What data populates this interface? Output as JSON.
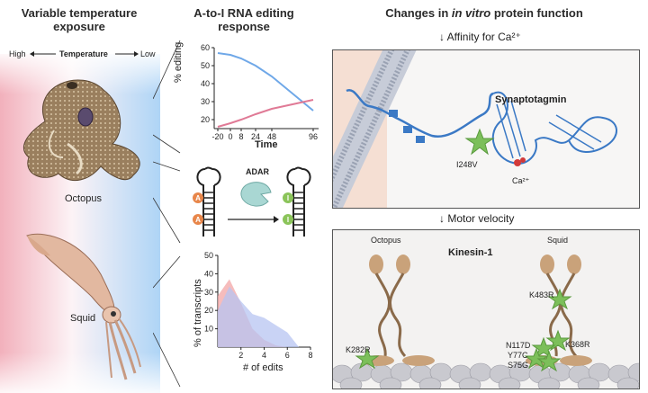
{
  "headers": {
    "col1": "Variable temperature exposure",
    "col2": "A-to-I RNA editing response",
    "col3_pre": "Changes in ",
    "col3_italic": "in vitro",
    "col3_post": " protein function"
  },
  "temperature": {
    "high": "High",
    "label": "Temperature",
    "low": "Low"
  },
  "animals": {
    "octopus": "Octopus",
    "squid": "Squid"
  },
  "editing_chart": {
    "ylabel": "% editing",
    "xlabel": "Time",
    "yticks": [
      "60",
      "50",
      "40",
      "30",
      "20"
    ],
    "xticks": [
      "-20",
      "0",
      "8",
      "24",
      "48",
      "96"
    ],
    "chart_data": {
      "type": "line",
      "x": [
        -20,
        0,
        8,
        24,
        48,
        96
      ],
      "ylim": [
        15,
        60
      ],
      "series": [
        {
          "color": "#6fa8e8",
          "values": [
            57,
            56,
            54,
            50,
            44,
            25
          ]
        },
        {
          "color": "#e07a96",
          "values": [
            16,
            18,
            20,
            23,
            26,
            31
          ]
        }
      ]
    }
  },
  "adar": {
    "label": "ADAR",
    "a_letter": "A",
    "i_letter": "I"
  },
  "transcripts_chart": {
    "ylabel": "% of transcripts",
    "xlabel": "# of edits",
    "yticks": [
      "50",
      "40",
      "30",
      "20",
      "10"
    ],
    "xticks": [
      "2",
      "4",
      "6",
      "8"
    ],
    "chart_data": {
      "type": "area",
      "x": [
        0,
        1,
        2,
        3,
        4,
        5,
        6,
        7
      ],
      "ylim": [
        0,
        50
      ],
      "series": [
        {
          "color": "#f3a6a6",
          "values": [
            28,
            37,
            24,
            10,
            4,
            1,
            0,
            0
          ]
        },
        {
          "color": "#b7c4f2",
          "values": [
            20,
            33,
            25,
            18,
            16,
            12,
            8,
            0
          ]
        }
      ]
    }
  },
  "panel_ca": {
    "title": "Affinity for Ca²⁺",
    "protein": "Synaptotagmin",
    "mutation": "I248V",
    "ion": "Ca²⁺"
  },
  "panel_motor": {
    "title": "Motor velocity",
    "protein": "Kinesin-1",
    "left_label": "Octopus",
    "right_label": "Squid",
    "mut_k282r": "K282R",
    "mut_k483r": "K483R",
    "mut_k368r": "K368R",
    "mut_n117d": "N117D",
    "mut_y77c": "Y77C",
    "mut_s75g": "S75G"
  }
}
